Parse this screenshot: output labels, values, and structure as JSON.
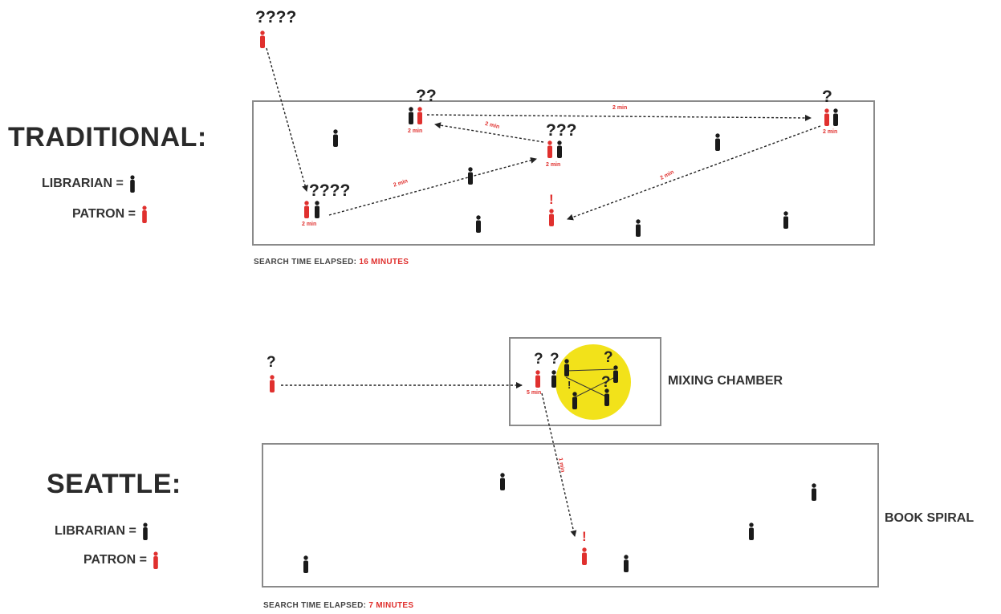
{
  "traditional": {
    "title": "TRADITIONAL:",
    "legend": {
      "librarian_label": "LIBRARIAN =",
      "patron_label": "PATRON ="
    },
    "elapsed_label": "SEARCH TIME ELAPSED:",
    "elapsed_value": "16 MINUTES",
    "question_marks": {
      "entry": "????",
      "stop1": "????",
      "stop2": "???",
      "stop3": "??",
      "stop4": "?"
    },
    "found_mark": "!",
    "segment_times": {
      "stop1": "2 min",
      "leg1": "2 min",
      "stop2": "2 min",
      "leg2": "2 min",
      "stop3": "2 min",
      "leg3": "2 min",
      "stop4": "2 min",
      "leg4": "2 min"
    }
  },
  "seattle": {
    "title": "SEATTLE:",
    "legend": {
      "librarian_label": "LIBRARIAN =",
      "patron_label": "PATRON ="
    },
    "mixing_chamber_label": "MIXING CHAMBER",
    "book_spiral_label": "BOOK SPIRAL",
    "elapsed_label": "SEARCH TIME ELAPSED:",
    "elapsed_value": "7 MINUTES",
    "question_marks": {
      "entry": "?",
      "chamber_patron": "?",
      "chamber_lib1": "?",
      "chamber_lib2": "?",
      "chamber_lib3": "?"
    },
    "found_mark": "!",
    "chamber_mark": "!",
    "segment_times": {
      "chamber": "5 min",
      "descent": "1 min"
    }
  },
  "colors": {
    "librarian": "#1a1a1a",
    "patron": "#e0302e",
    "highlight": "#f2e21a",
    "panel_border": "#8a8a8a"
  },
  "icons": {
    "librarian": "person-figure-icon",
    "patron": "person-figure-icon"
  }
}
